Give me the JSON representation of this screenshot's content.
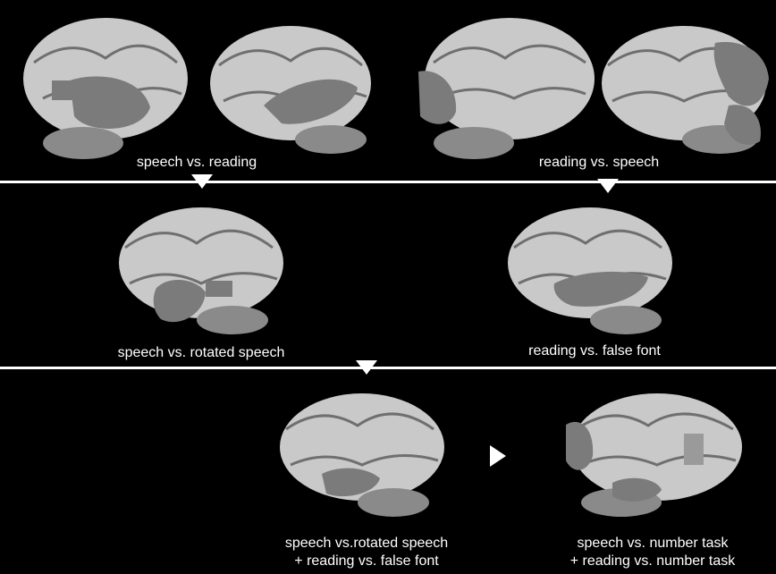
{
  "colors": {
    "background": "#000000",
    "brain": "#c9c9c9",
    "activation": "#7b7b7b",
    "divider": "#ffffff"
  },
  "labels": {
    "speech_vs_reading": "speech vs. reading",
    "reading_vs_speech": "reading vs. speech",
    "speech_vs_rotated": "speech vs. rotated speech",
    "reading_vs_false_font": "reading vs. false font",
    "conj_rotated_line1": "speech vs.rotated speech",
    "conj_rotated_line2": "+ reading vs. false font",
    "conj_number_line1": "speech vs. number task",
    "conj_number_line2": "+ reading vs. number task"
  }
}
